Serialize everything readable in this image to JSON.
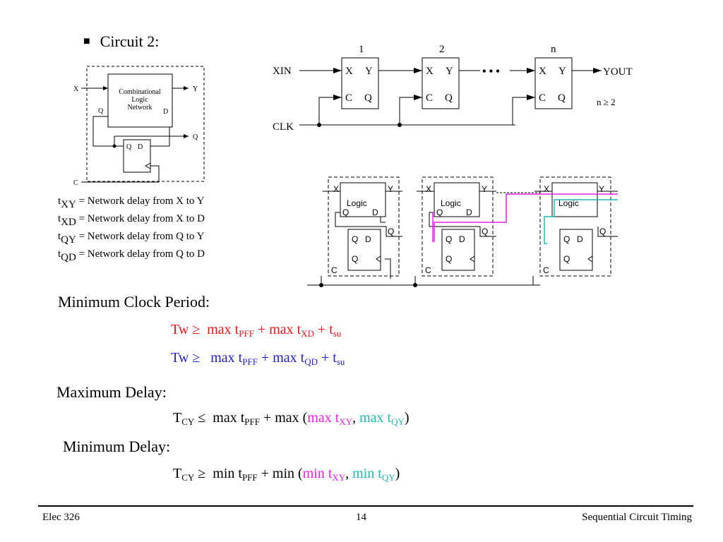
{
  "slide": {
    "bullet": "■",
    "title": "Circuit 2:",
    "left_diagram": {
      "box_title": [
        "Combinational",
        "Logic",
        "Network"
      ],
      "x": "X",
      "y": "Y",
      "q_in": "Q",
      "d_out": "D",
      "q_out": "Q",
      "c": "C",
      "ff_q": "Q",
      "ff_d": "D"
    },
    "definitions": [
      {
        "t": "t",
        "sub": "XY",
        "text": "= Network delay from X to Y"
      },
      {
        "t": "t",
        "sub": "XD",
        "text": "= Network delay from X to D"
      },
      {
        "t": "t",
        "sub": "QY",
        "text": "= Network delay from Q to Y"
      },
      {
        "t": "t",
        "sub": "QD",
        "text": "= Network delay from Q to D"
      }
    ],
    "chain": {
      "xin": "XIN",
      "clk": "CLK",
      "yout": "YOUT",
      "stage_labels": [
        "1",
        "2",
        "n"
      ],
      "cell_x": "X",
      "cell_y": "Y",
      "cell_c": "C",
      "cell_q": "Q",
      "dots": "• • •",
      "condition": "n ≥ 2"
    },
    "detail": {
      "logic": "Logic",
      "x": "X",
      "y": "Y",
      "q": "Q",
      "d": "D",
      "c": "C"
    },
    "sections": {
      "min_clock": "Minimum Clock Period:",
      "max_delay": "Maximum Delay:",
      "min_delay": "Minimum Delay:"
    },
    "equations": {
      "eq1": {
        "lhs": "Tw ≥",
        "a": "max t",
        "a_sub": "PFF",
        "b": " + max t",
        "b_sub": "XD",
        "c": " + t",
        "c_sub": "su"
      },
      "eq2": {
        "lhs": "Tw ≥",
        "a": "max t",
        "a_sub": "PFF",
        "b": " + max t",
        "b_sub": "QD",
        "c": " + t",
        "c_sub": "su"
      },
      "eq3": {
        "lhs_t": "T",
        "lhs_sub": "CY",
        "rel": " ≤",
        "a": "max t",
        "a_sub": "PFF",
        "b": " + max (",
        "m1": "max t",
        "m1_sub": "XY",
        "sep": ", ",
        "m2": "max t",
        "m2_sub": "QY",
        "close": ")"
      },
      "eq4": {
        "lhs_t": "T",
        "lhs_sub": "CY",
        "rel": " ≥",
        "a": "min t",
        "a_sub": "PFF",
        "b": " + min (",
        "m1": "min t",
        "m1_sub": "XY",
        "sep": ", ",
        "m2": "min t",
        "m2_sub": "QY",
        "close": ")"
      }
    },
    "footer": {
      "left": "Elec 326",
      "center": "14",
      "right": "Sequential Circuit Timing"
    },
    "colors": {
      "red": "#e8141b",
      "blue": "#1e1ed0",
      "magenta": "#e81ee8",
      "cyan": "#1eb8b0"
    }
  }
}
